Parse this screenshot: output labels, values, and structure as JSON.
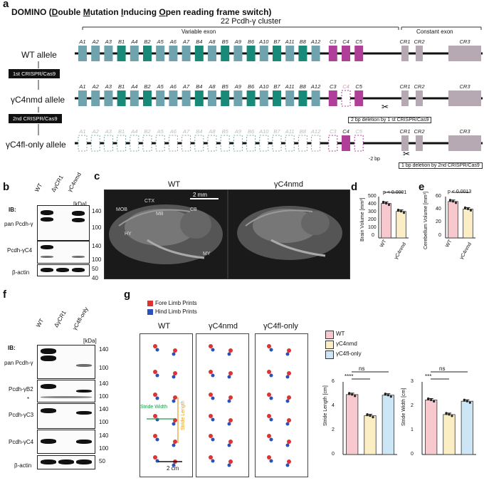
{
  "figure": {
    "panel_letters": [
      "a",
      "b",
      "c",
      "d",
      "e",
      "f",
      "g"
    ],
    "a": {
      "title_prefix": "DOMINO (",
      "title_words": [
        "D",
        "ouble ",
        "M",
        "utation ",
        "I",
        "nducing ",
        "O",
        "pen reading frame switch)"
      ],
      "cluster_title": "22 Pcdh-γ cluster",
      "variable_label": "Variable exon",
      "constant_label": "Constant exon",
      "exons": [
        "A1",
        "A2",
        "A3",
        "B1",
        "A4",
        "B2",
        "A5",
        "A6",
        "A7",
        "B4",
        "A8",
        "B5",
        "A9",
        "B6",
        "A10",
        "B7",
        "A11",
        "B8",
        "A12",
        "C3",
        "C4",
        "C5"
      ],
      "constant_exons": [
        "CR1",
        "CR2",
        "CR3"
      ],
      "rows": [
        {
          "label": "WT allele"
        },
        {
          "label": "γC4nmd allele"
        },
        {
          "label": "γC4fl-only allele"
        }
      ],
      "crispr1": "1st CRISPR/Cas9",
      "crispr2": "2nd CRISPR/Cas9",
      "note1": "2 bp deletion by 1 st CRISPR/Cas9",
      "note2": "1 bp deletion by 2nd CRISPR/Cas9",
      "minus2bp": "-2 bp",
      "colors": {
        "A": "#6fa3ad",
        "B": "#1a8a78",
        "C": "#b03f9a",
        "CR": "#b7a9b4"
      }
    },
    "b": {
      "lanes": [
        "WT",
        "ΔγCR1",
        "γC4nmd"
      ],
      "ib": "IB:",
      "kda": "[kDa]",
      "rows": [
        {
          "label": "pan Pcdh-γ",
          "markers": [
            "140",
            "100"
          ]
        },
        {
          "label": "Pcdh-γC4",
          "markers": [
            "140",
            "100"
          ]
        },
        {
          "label": "β-actin",
          "markers": [
            "50",
            "40"
          ]
        }
      ]
    },
    "c": {
      "wt": "WT",
      "mut": "γC4nmd",
      "scale": "2 mm",
      "regions": [
        "MOB",
        "CTX",
        "MB",
        "CB",
        "HY",
        "MY"
      ]
    },
    "d": {
      "ylabel": "Brain Volume [mm³]",
      "p": "p < 0.0001",
      "ticks": [
        "500",
        "400",
        "300",
        "200",
        "100",
        "0"
      ]
    },
    "e": {
      "ylabel": "Cerebellum Volume [mm³]",
      "p": "p < 0.0013",
      "ticks": [
        "60",
        "40",
        "20",
        "0"
      ]
    },
    "de_categories": [
      "WT",
      "γC4nmd"
    ],
    "f": {
      "lanes": [
        "WT",
        "ΔγCR1",
        "γC4fl-only"
      ],
      "ib": "IB:",
      "kda": "[kDa]",
      "rows": [
        {
          "label": "pan Pcdh-γ",
          "markers": [
            "140",
            "100"
          ]
        },
        {
          "label": "Pcdh-γB2",
          "markers": [
            "140",
            "100"
          ]
        },
        {
          "label": "Pcdh-γC3",
          "markers": [
            "140",
            "100"
          ]
        },
        {
          "label": "Pcdh-γC4",
          "markers": [
            "140",
            "100"
          ]
        },
        {
          "label": "β-actin",
          "markers": [
            "50"
          ]
        }
      ],
      "star": "*"
    },
    "g": {
      "legend_fore": "Fore Limb Prints",
      "legend_hind": "Hind Limb Prints",
      "panels": [
        "WT",
        "γC4nmd",
        "γC4fl-only"
      ],
      "stride_width": "Stride Width",
      "stride_length": "Stride Length",
      "scale": "2 cm",
      "legend_groups": [
        "WT",
        "γC4nmd",
        "γC4fl-only"
      ],
      "ns": "ns",
      "sig1": "****",
      "sig2": "***",
      "length_ticks": [
        "6",
        "4",
        "2",
        "0"
      ],
      "width_ticks": [
        "3",
        "2",
        "1",
        "0"
      ],
      "length_ylabel": "Stride Length [cm]",
      "width_ylabel": "Stride Width [cm]"
    }
  },
  "chart_data": [
    {
      "type": "bar",
      "categories": [
        "WT",
        "γC4nmd"
      ],
      "values": [
        418,
        322
      ],
      "ylim": [
        0,
        500
      ],
      "ylabel": "Brain Volume [mm³]",
      "colors": [
        "#f7c9cf",
        "#fbeec4"
      ]
    },
    {
      "type": "bar",
      "categories": [
        "WT",
        "γC4nmd"
      ],
      "values": [
        53,
        42
      ],
      "ylim": [
        0,
        60
      ],
      "ylabel": "Cerebellum Volume [mm³]",
      "colors": [
        "#f7c9cf",
        "#fbeec4"
      ]
    },
    {
      "type": "bar",
      "categories": [
        "WT",
        "γC4nmd",
        "γC4fl-only"
      ],
      "values": [
        4.95,
        3.2,
        4.9
      ],
      "ylim": [
        0,
        6
      ],
      "ylabel": "Stride Length [cm]",
      "colors": [
        "#f7c9cf",
        "#fbeec4",
        "#cce6f5"
      ]
    },
    {
      "type": "bar",
      "categories": [
        "WT",
        "γC4nmd",
        "γC4fl-only"
      ],
      "values": [
        2.25,
        1.65,
        2.2
      ],
      "ylim": [
        0,
        3
      ],
      "ylabel": "Stride Width [cm]",
      "colors": [
        "#f7c9cf",
        "#fbeec4",
        "#cce6f5"
      ]
    }
  ]
}
